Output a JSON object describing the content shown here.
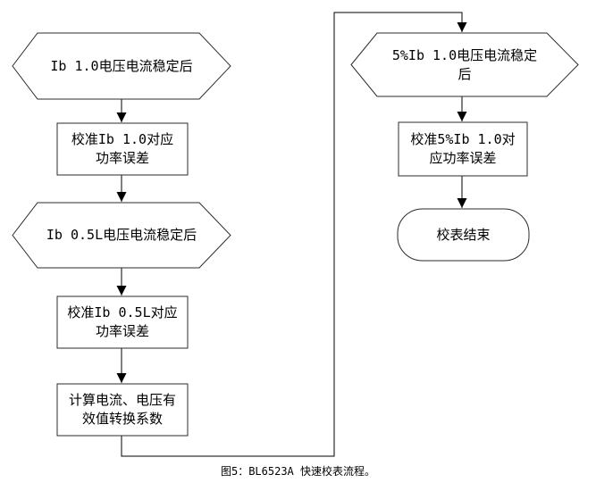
{
  "colors": {
    "background": "#ffffff",
    "shape_stroke": "#2b2b2b",
    "connector": "#000000",
    "text": "#000000"
  },
  "flowchart": {
    "nodes": {
      "hex_ib10": {
        "shape": "hexagon",
        "line1": "Ib 1.0电压电流稳定后"
      },
      "rect_cal_ib10": {
        "shape": "rectangle",
        "line1": "校准Ib 1.0对应",
        "line2": "功率误差"
      },
      "hex_ib05l": {
        "shape": "hexagon",
        "line1": "Ib 0.5L电压电流稳定后"
      },
      "rect_cal_ib05l": {
        "shape": "rectangle",
        "line1": "校准Ib 0.5L对应",
        "line2": "功率误差"
      },
      "rect_calc_rms": {
        "shape": "rectangle",
        "line1": "计算电流、电压有",
        "line2": "效值转换系数"
      },
      "hex_5pct_ib10": {
        "shape": "hexagon",
        "line1": "5%Ib 1.0电压电流稳定",
        "line2": "后"
      },
      "rect_cal_5pct_ib10": {
        "shape": "rectangle",
        "line1": "校准5%Ib 1.0对",
        "line2": "应功率误差"
      },
      "terminator_end": {
        "shape": "terminator",
        "line1": "校表结束"
      }
    },
    "edges": [
      {
        "from": "hex_ib10",
        "to": "rect_cal_ib10"
      },
      {
        "from": "rect_cal_ib10",
        "to": "hex_ib05l"
      },
      {
        "from": "hex_ib05l",
        "to": "rect_cal_ib05l"
      },
      {
        "from": "rect_cal_ib05l",
        "to": "rect_calc_rms"
      },
      {
        "from": "rect_calc_rms",
        "to": "hex_5pct_ib10"
      },
      {
        "from": "hex_5pct_ib10",
        "to": "rect_cal_5pct_ib10"
      },
      {
        "from": "rect_cal_5pct_ib10",
        "to": "terminator_end"
      }
    ],
    "caption": "图5：BL6523A 快速校表流程。"
  }
}
